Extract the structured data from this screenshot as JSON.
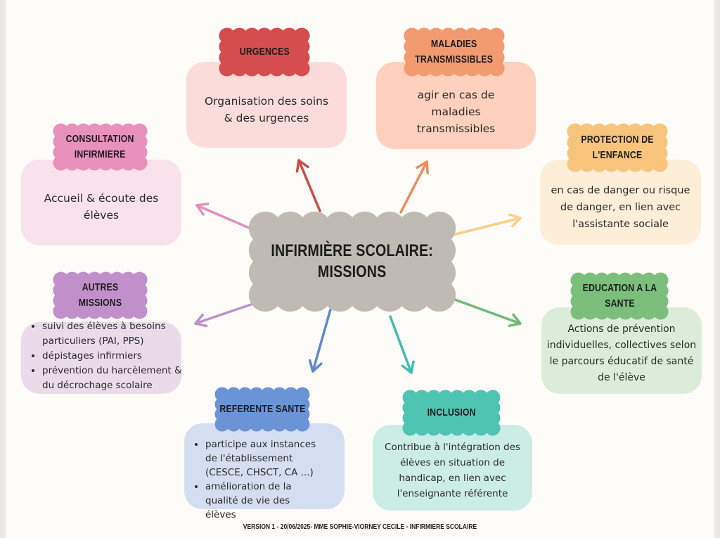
{
  "center": {
    "line1": "INFIRMIÈRE SCOLAIRE:",
    "line2": "MISSIONS",
    "color": "#c0bab4"
  },
  "sections": {
    "urgences": {
      "title": "URGENCES",
      "text": "Organisation des soins & des urgences",
      "header_color": "#d54d4f",
      "box_color": "#fbdcdb",
      "arrow_color": "#cf4a47"
    },
    "maladies": {
      "title1": "MALADIES",
      "title2": "TRANSMISSIBLES",
      "text": "agir en cas de maladies transmissibles",
      "header_color": "#f39b70",
      "box_color": "#fdd1bd",
      "arrow_color": "#f08a5d"
    },
    "protection": {
      "title1": "PROTECTION DE",
      "title2": "L'ENFANCE",
      "text": "en cas de danger ou risque de danger, en lien avec l'assistante sociale",
      "header_color": "#f8c47c",
      "box_color": "#fdeed8",
      "arrow_color": "#f7cf85"
    },
    "education": {
      "title1": "EDUCATION A LA",
      "title2": "SANTE",
      "text": "Actions de prévention individuelles, collectives selon le parcours éducatif de santé de l'élève",
      "header_color": "#7cbf7d",
      "box_color": "#dbedd8",
      "arrow_color": "#73b879"
    },
    "inclusion": {
      "title": "INCLUSION",
      "text": "Contribue à l'intégration des élèves en situation de handicap, en lien avec l'enseignante référente",
      "header_color": "#4fc4b3",
      "box_color": "#cbede5",
      "arrow_color": "#45bdb0"
    },
    "referente": {
      "title": "REFERENTE SANTE",
      "items": [
        "participe aux instances de l'établissement (CESCE, CHSCT, CA ...)",
        "amélioration de la qualité de vie des élèves"
      ],
      "header_color": "#6b94d7",
      "box_color": "#d5def0",
      "arrow_color": "#5f88d0"
    },
    "autres": {
      "title1": "AUTRES",
      "title2": "MISSIONS",
      "items": [
        "suivi des élèves à besoins particuliers (PAI, PPS)",
        "dépistages infirmiers",
        "prévention du harcèlement & du décrochage scolaire"
      ],
      "header_color": "#c190cb",
      "box_color": "#eadbea",
      "arrow_color": "#bd93c8"
    },
    "consultation": {
      "title1": "CONSULTATION",
      "title2": "INFIRMIERE",
      "text": "Accueil & écoute des élèves",
      "header_color": "#e891bd",
      "box_color": "#f9e2eb",
      "arrow_color": "#e48fbe"
    }
  },
  "footer": "VERSION 1 - 20/06/2025- MME SOPHIE-VIORNEY CECILE - INFIRMIERE SCOLAIRE"
}
